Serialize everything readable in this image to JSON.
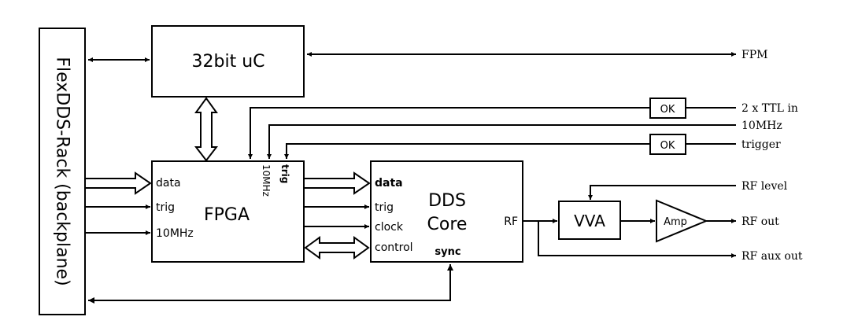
{
  "blocks": {
    "rack": "FlexDDS-Rack (backplane)",
    "uc": "32bit uC",
    "fpga": "FPGA",
    "dds_line1": "DDS",
    "dds_line2": "Core",
    "vva": "VVA",
    "amp": "Amp",
    "ok_ttl": "OK",
    "ok_trigger": "OK"
  },
  "fpga_ports": {
    "data": "data",
    "trig": "trig",
    "clk": "10MHz",
    "top_trig": "trig",
    "top_clk": "10MHz"
  },
  "dds_ports": {
    "data": "data",
    "trig": "trig",
    "clock": "clock",
    "control": "control",
    "sync": "sync",
    "rf": "RF"
  },
  "external_signals": {
    "fpm": "FPM",
    "ttl_in": "2 x TTL in",
    "clk_in": "10MHz",
    "trigger": "trigger",
    "rf_level": "RF level",
    "rf_out": "RF out",
    "rf_aux_out": "RF aux out"
  }
}
